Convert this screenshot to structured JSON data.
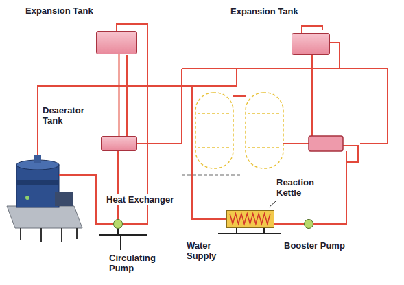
{
  "diagram": {
    "nodes": [
      {
        "text": [
          "Expansion Tank"
        ]
      },
      {
        "text": [
          "Expansion Tank"
        ]
      },
      {
        "text": [
          "Deaerator Tank"
        ]
      },
      {
        "text": [
          "Heat Exchanger"
        ]
      },
      {
        "text": [
          "Booster Pump"
        ]
      },
      {
        "text": [
          "Circulating Pump"
        ]
      }
    ],
    "edges": [
      {
        "from": 0,
        "to": 2,
        "arrow": "none"
      },
      {
        "from": 2,
        "to": 5,
        "arrow": "none"
      },
      {
        "from": 3,
        "to": 4,
        "arrow": "none"
      }
    ],
    "labels": [
      "Reaction Kettle",
      "Water Supply"
    ]
  }
}
